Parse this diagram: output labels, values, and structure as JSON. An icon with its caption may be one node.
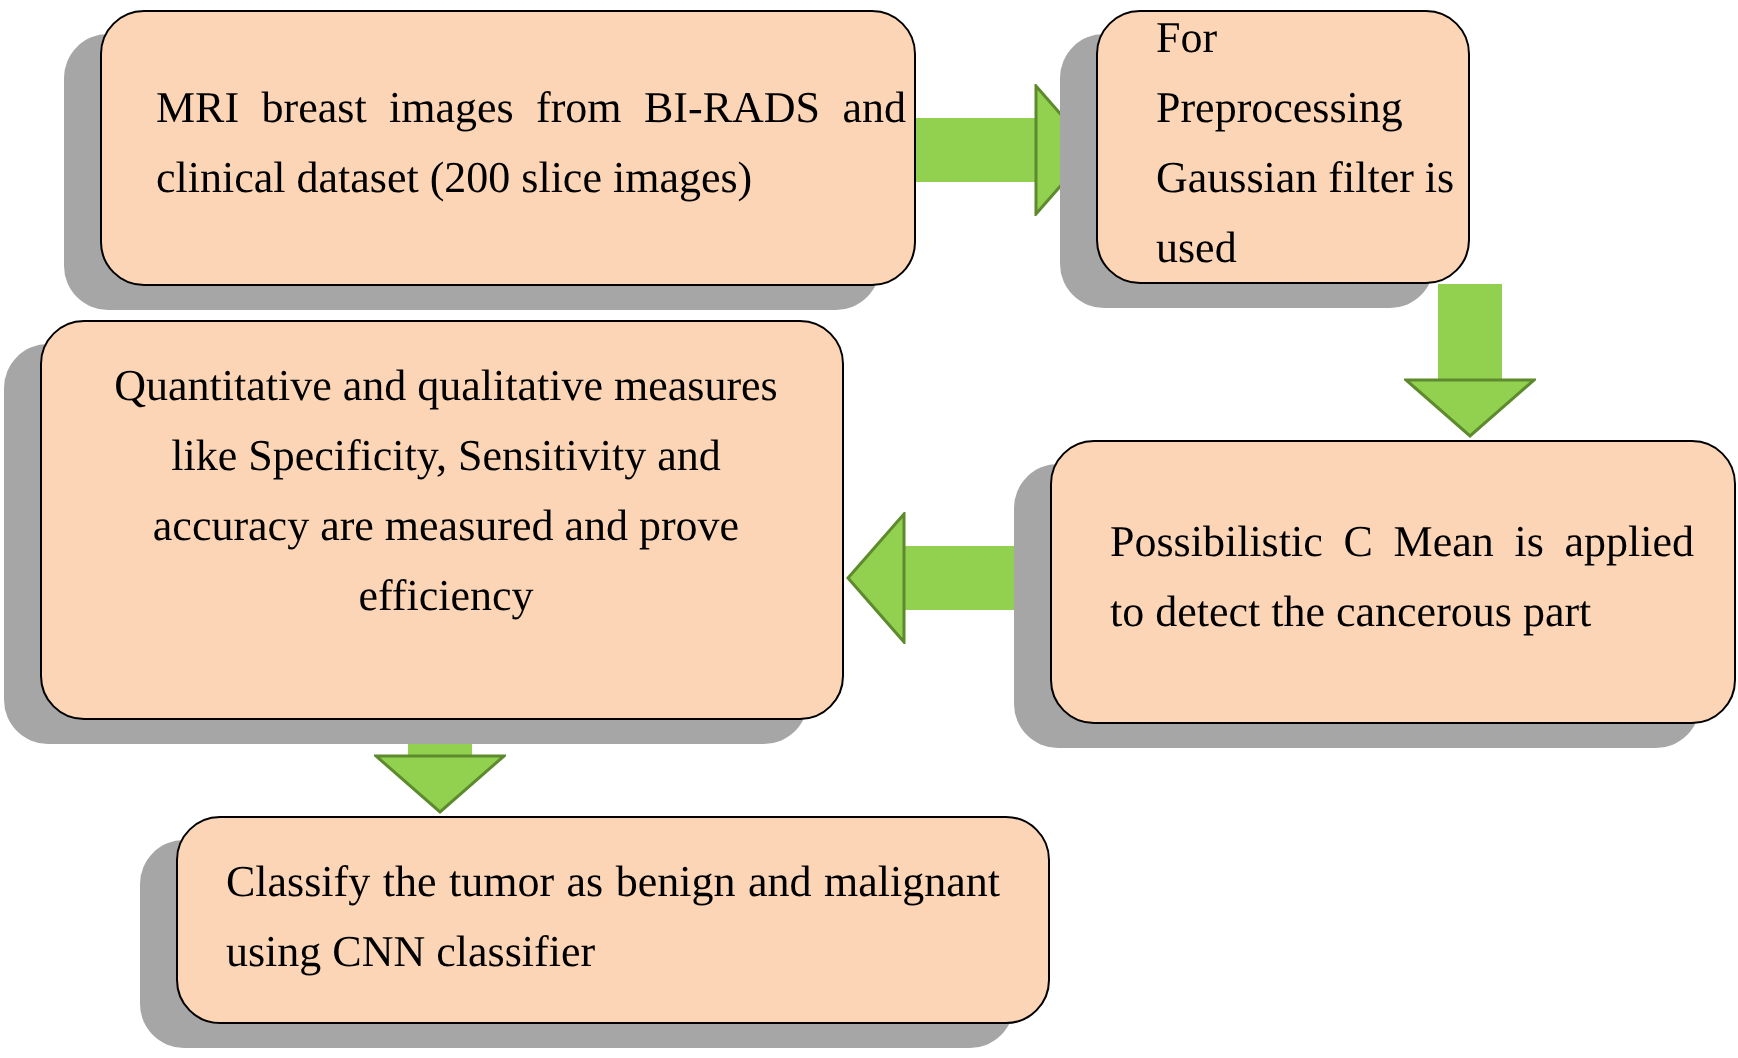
{
  "diagram": {
    "nodes": [
      {
        "text": [
          "MRI breast images from BI-RADS and clinical dataset (200 slice images)"
        ]
      },
      {
        "text": [
          "For Preprocessing Gaussian filter is used"
        ]
      },
      {
        "text": [
          "Quantitative and qualitative measures like Specificity, Sensitivity and accuracy are measured and prove efficiency"
        ]
      },
      {
        "text": [
          "Possibilistic C Mean is applied to detect the cancerous part"
        ]
      },
      {
        "text": [
          "Classify the tumor as benign and malignant using CNN classifier"
        ]
      }
    ],
    "edges": [
      {
        "from": 0,
        "to": 1,
        "arrow": "to"
      },
      {
        "from": 1,
        "to": 3,
        "arrow": "to"
      },
      {
        "from": 3,
        "to": 2,
        "arrow": "to"
      },
      {
        "from": 2,
        "to": 4,
        "arrow": "to"
      }
    ]
  }
}
